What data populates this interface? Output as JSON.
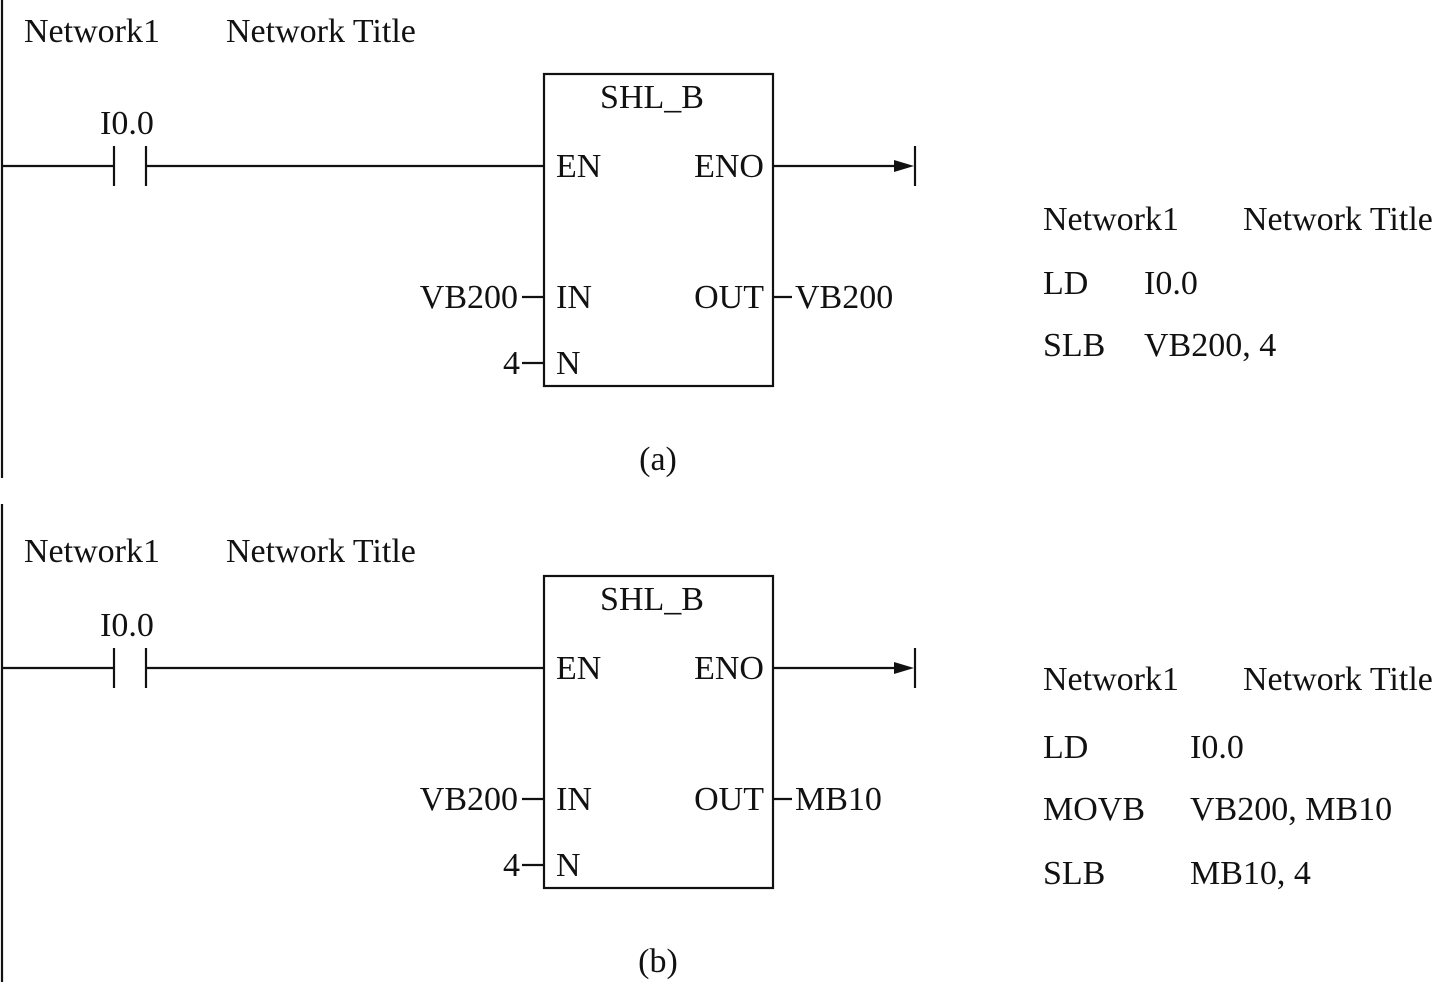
{
  "panels": [
    {
      "network_label": "Network1",
      "network_title": "Network Title",
      "contact_address": "I0.0",
      "block_name": "SHL_B",
      "pin_en": "EN",
      "pin_eno": "ENO",
      "pin_in": "IN",
      "pin_out": "OUT",
      "pin_n": "N",
      "in_operand": "VB200",
      "out_operand": "VB200",
      "n_operand": "4",
      "caption": "(a)",
      "stl": {
        "network_label": "Network1",
        "network_title": "Network Title",
        "lines": [
          {
            "op": "LD",
            "arg": "I0.0"
          },
          {
            "op": "SLB",
            "arg": "VB200, 4"
          }
        ]
      }
    },
    {
      "network_label": "Network1",
      "network_title": "Network Title",
      "contact_address": "I0.0",
      "block_name": "SHL_B",
      "pin_en": "EN",
      "pin_eno": "ENO",
      "pin_in": "IN",
      "pin_out": "OUT",
      "pin_n": "N",
      "in_operand": "VB200",
      "out_operand": "MB10",
      "n_operand": "4",
      "caption": "(b)",
      "stl": {
        "network_label": "Network1",
        "network_title": "Network Title",
        "lines": [
          {
            "op": "LD",
            "arg": "I0.0"
          },
          {
            "op": "MOVB",
            "arg": "VB200, MB10"
          },
          {
            "op": "SLB",
            "arg": "MB10, 4"
          }
        ]
      }
    }
  ]
}
